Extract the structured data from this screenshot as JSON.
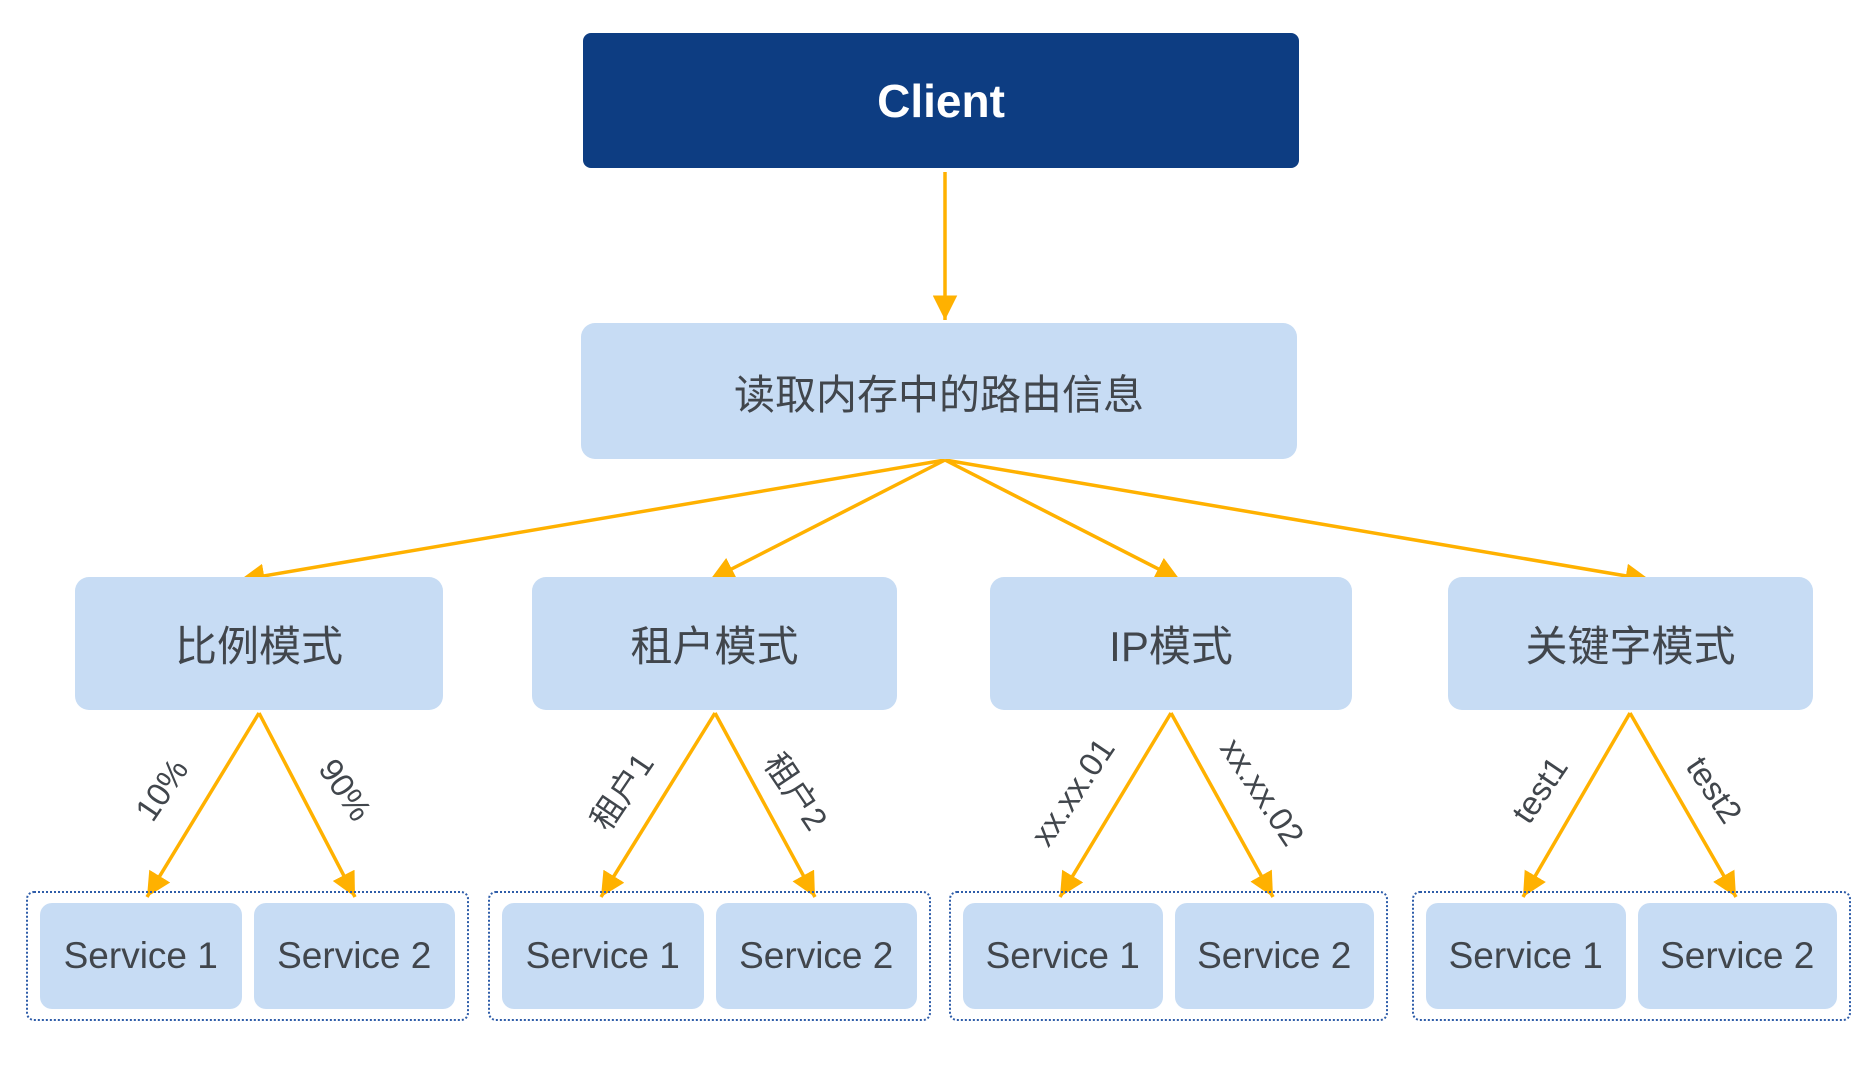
{
  "diagram": {
    "client": {
      "label": "Client"
    },
    "router": {
      "label": "读取内存中的路由信息"
    },
    "modes": [
      {
        "label": "比例模式",
        "branch_labels": [
          "10%",
          "90%"
        ],
        "services": [
          "Service 1",
          "Service 2"
        ]
      },
      {
        "label": "租户模式",
        "branch_labels": [
          "租户1",
          "租户2"
        ],
        "services": [
          "Service 1",
          "Service 2"
        ]
      },
      {
        "label": "IP模式",
        "branch_labels": [
          "xx.xx.01",
          "xx.xx.02"
        ],
        "services": [
          "Service 1",
          "Service 2"
        ]
      },
      {
        "label": "关键字模式",
        "branch_labels": [
          "test1",
          "test2"
        ],
        "services": [
          "Service 1",
          "Service 2"
        ]
      }
    ],
    "colors": {
      "client_box": "#0D3D82",
      "node_fill": "#C7DCF4",
      "arrow": "#FFB100",
      "text": "#41464C",
      "dashed_border": "#2F5DA9"
    }
  }
}
